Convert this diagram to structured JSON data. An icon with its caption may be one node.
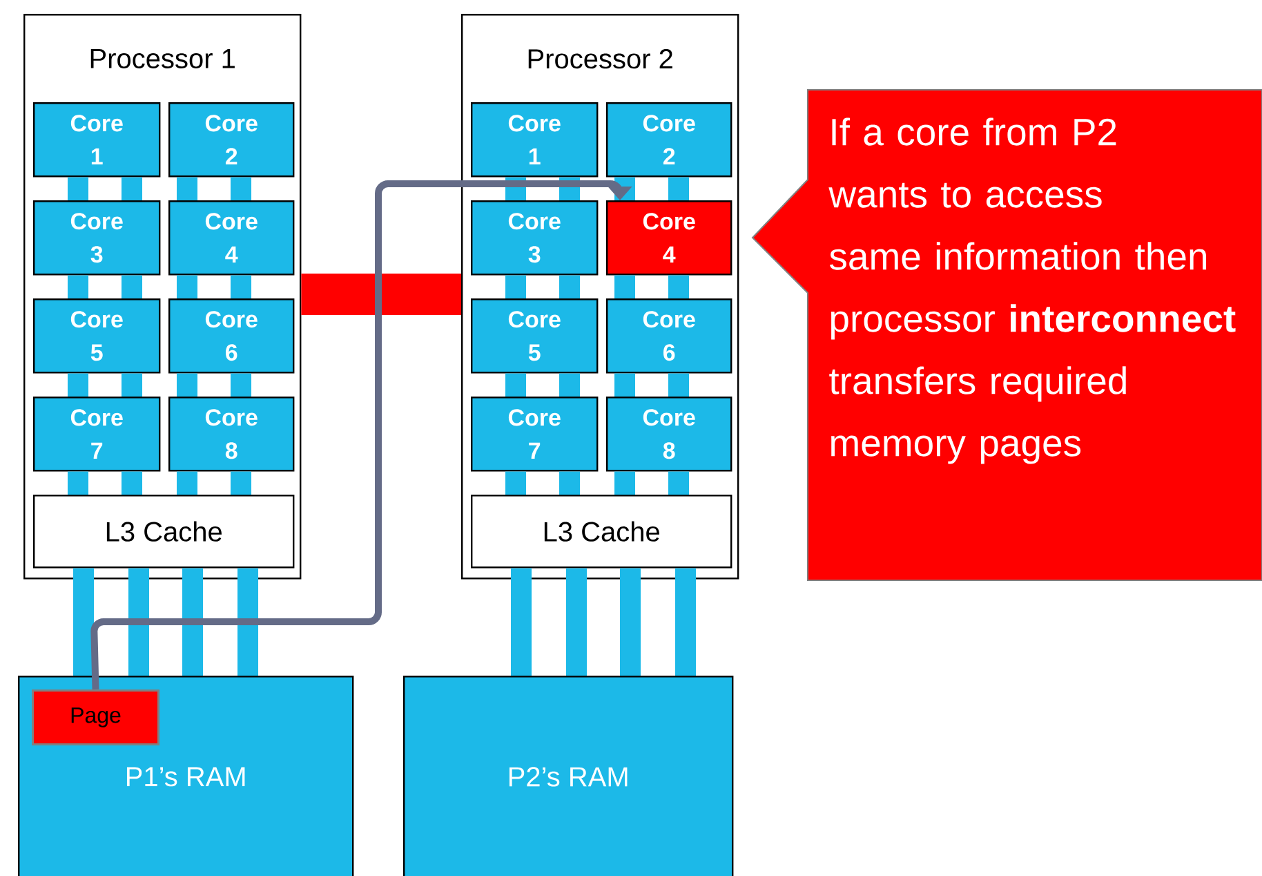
{
  "diagram": {
    "nodes": [
      {
        "text": [
          "Processor 1"
        ]
      },
      {
        "text": [
          "Core 1"
        ],
        "in": 0
      },
      {
        "text": [
          "Core 2"
        ],
        "in": 0
      },
      {
        "text": [
          "Core 3"
        ],
        "in": 0
      },
      {
        "text": [
          "Core 4"
        ],
        "in": 0
      },
      {
        "text": [
          "Core 5"
        ],
        "in": 0
      },
      {
        "text": [
          "Core 6"
        ],
        "in": 0
      },
      {
        "text": [
          "Core 7"
        ],
        "in": 0
      },
      {
        "text": [
          "Core 8"
        ],
        "in": 0
      },
      {
        "text": [
          "L3 Cache"
        ],
        "in": 0
      },
      {
        "text": [
          "Processor 2"
        ]
      },
      {
        "text": [
          "Core 1"
        ],
        "in": 10
      },
      {
        "text": [
          "Core 2"
        ],
        "in": 10
      },
      {
        "text": [
          "Core 3"
        ],
        "in": 10
      },
      {
        "text": [
          "Core 4"
        ],
        "in": 10
      },
      {
        "text": [
          "Core 5"
        ],
        "in": 10
      },
      {
        "text": [
          "Core 6"
        ],
        "in": 10
      },
      {
        "text": [
          "Core 7"
        ],
        "in": 10
      },
      {
        "text": [
          "Core 8"
        ],
        "in": 10
      },
      {
        "text": [
          "L3 Cache"
        ],
        "in": 10
      },
      {
        "text": [
          "P1’s RAM"
        ]
      },
      {
        "text": [
          "Page"
        ],
        "in": 20
      },
      {
        "text": [
          "P2’s RAM"
        ]
      },
      {
        "text": [
          "If a core from P2 wants to access same information then processor **interconnect** transfers required memory pages"
        ]
      }
    ],
    "edges": [
      {
        "from": 1,
        "to": 3,
        "arrow": "none"
      },
      {
        "from": 1,
        "to": 3,
        "arrow": "none"
      },
      {
        "from": 2,
        "to": 4,
        "arrow": "none"
      },
      {
        "from": 2,
        "to": 4,
        "arrow": "none"
      },
      {
        "from": 3,
        "to": 5,
        "arrow": "none"
      },
      {
        "from": 3,
        "to": 5,
        "arrow": "none"
      },
      {
        "from": 4,
        "to": 6,
        "arrow": "none"
      },
      {
        "from": 4,
        "to": 6,
        "arrow": "none"
      },
      {
        "from": 5,
        "to": 7,
        "arrow": "none"
      },
      {
        "from": 5,
        "to": 7,
        "arrow": "none"
      },
      {
        "from": 6,
        "to": 8,
        "arrow": "none"
      },
      {
        "from": 6,
        "to": 8,
        "arrow": "none"
      },
      {
        "from": 7,
        "to": 9,
        "arrow": "none"
      },
      {
        "from": 7,
        "to": 9,
        "arrow": "none"
      },
      {
        "from": 8,
        "to": 9,
        "arrow": "none"
      },
      {
        "from": 8,
        "to": 9,
        "arrow": "none"
      },
      {
        "from": 9,
        "to": 20,
        "arrow": "none"
      },
      {
        "from": 9,
        "to": 20,
        "arrow": "none"
      },
      {
        "from": 9,
        "to": 20,
        "arrow": "none"
      },
      {
        "from": 9,
        "to": 20,
        "arrow": "none"
      },
      {
        "from": 11,
        "to": 13,
        "arrow": "none"
      },
      {
        "from": 11,
        "to": 13,
        "arrow": "none"
      },
      {
        "from": 12,
        "to": 14,
        "arrow": "none"
      },
      {
        "from": 12,
        "to": 14,
        "arrow": "none"
      },
      {
        "from": 13,
        "to": 15,
        "arrow": "none"
      },
      {
        "from": 13,
        "to": 15,
        "arrow": "none"
      },
      {
        "from": 14,
        "to": 16,
        "arrow": "none"
      },
      {
        "from": 14,
        "to": 16,
        "arrow": "none"
      },
      {
        "from": 15,
        "to": 17,
        "arrow": "none"
      },
      {
        "from": 15,
        "to": 17,
        "arrow": "none"
      },
      {
        "from": 16,
        "to": 18,
        "arrow": "none"
      },
      {
        "from": 16,
        "to": 18,
        "arrow": "none"
      },
      {
        "from": 17,
        "to": 19,
        "arrow": "none"
      },
      {
        "from": 17,
        "to": 19,
        "arrow": "none"
      },
      {
        "from": 18,
        "to": 19,
        "arrow": "none"
      },
      {
        "from": 18,
        "to": 19,
        "arrow": "none"
      },
      {
        "from": 19,
        "to": 22,
        "arrow": "none"
      },
      {
        "from": 19,
        "to": 22,
        "arrow": "none"
      },
      {
        "from": 19,
        "to": 22,
        "arrow": "none"
      },
      {
        "from": 19,
        "to": 22,
        "arrow": "none"
      },
      {
        "from": 0,
        "to": 10,
        "arrow": "none",
        "style": "thick",
        "color": "#ff0000"
      },
      {
        "from": 21,
        "to": 14,
        "arrow": "to",
        "color": "#646b87"
      }
    ]
  }
}
